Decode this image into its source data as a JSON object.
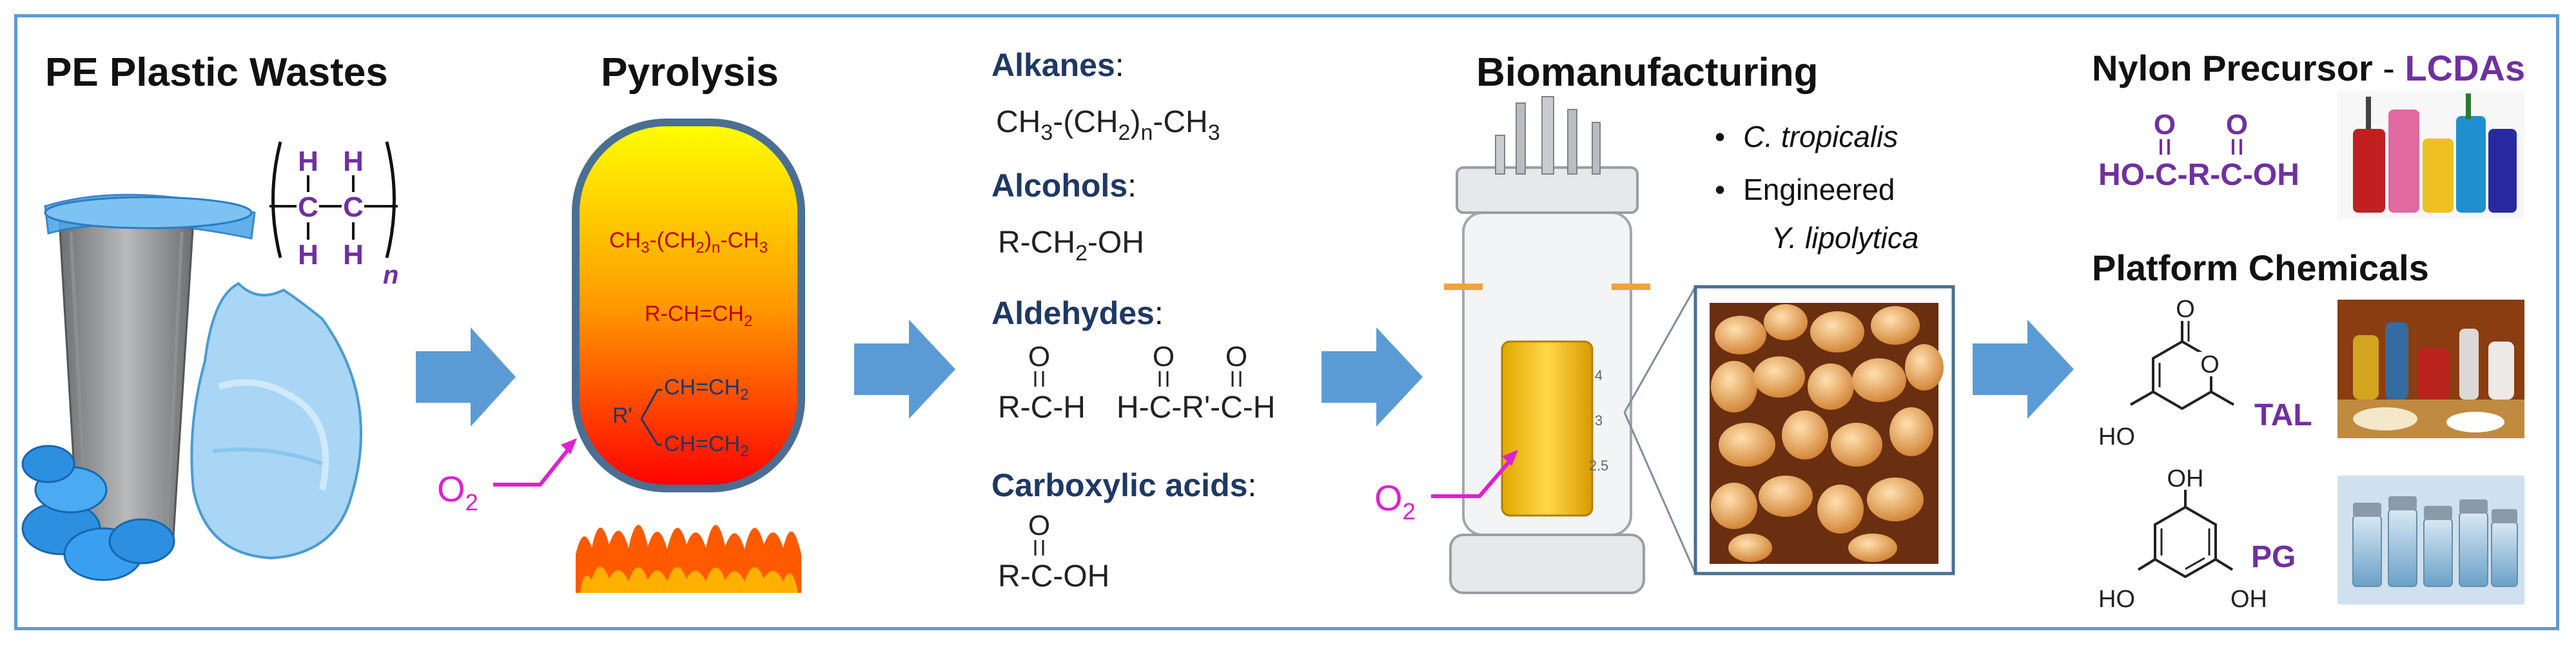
{
  "colors": {
    "frame": "#5b9bd5",
    "arrow": "#5b9bd5",
    "title_text": "#111111",
    "compound_class": "#1f3864",
    "purple_label": "#7030a0",
    "oxygen": "#e020d0",
    "reactor_top": "#ffff00",
    "reactor_bottom": "#ff0000"
  },
  "sections": {
    "pe_waste": {
      "title": "PE Plastic Wastes",
      "polymer": {
        "atoms": [
          "H",
          "H",
          "C",
          "C",
          "H",
          "H"
        ],
        "subscript": "n"
      },
      "icons": [
        "trash-can-icon",
        "plastic-bag-icon",
        "bag-roll-icon"
      ]
    },
    "pyrolysis": {
      "title": "Pyrolysis",
      "formula1": {
        "a": "CH",
        "a_sub": "3",
        "b": "-(CH",
        "b_sub": "2",
        "c": ")",
        "c_sub": "n",
        "d": "-CH",
        "d_sub": "3"
      },
      "formula2": {
        "a": "R-CH=CH",
        "a_sub": "2"
      },
      "diene": {
        "r": "R'",
        "top": "CH=CH",
        "top_sub": "2",
        "bottom": "CH=CH",
        "bottom_sub": "2"
      },
      "oxygen": {
        "o": "O",
        "sub": "2"
      },
      "icons": [
        "fire-icon"
      ]
    },
    "products": {
      "alkanes": {
        "label": "Alkanes",
        "colon": ":",
        "formula": {
          "a": "CH",
          "a_sub": "3",
          "b": "-(CH",
          "b_sub": "2",
          "c": ")",
          "c_sub": "n",
          "d": "-CH",
          "d_sub": "3"
        }
      },
      "alcohols": {
        "label": "Alcohols",
        "colon": ":",
        "formula": {
          "a": "R-CH",
          "a_sub": "2",
          "b": "-OH"
        }
      },
      "aldehydes": {
        "label": "Aldehydes",
        "colon": ":",
        "oxygen": "O",
        "formula1": "R-C-H",
        "formula2": "H-C-R'-C-H"
      },
      "carboxylic_acids": {
        "label": "Carboxylic acids",
        "colon": ":",
        "oxygen": "O",
        "formula": "R-C-OH"
      }
    },
    "biomanufacturing": {
      "title": "Biomanufacturing",
      "bullets": [
        {
          "bullet": "•",
          "text": "C. tropicalis",
          "italic": true
        },
        {
          "bullet": "•",
          "text": "Engineered",
          "italic": false
        }
      ],
      "bullet_continuation": "Y. lipolytica",
      "reactor_marks": [
        "4",
        "3",
        "2.5"
      ],
      "oxygen": {
        "o": "O",
        "sub": "2"
      },
      "icons": [
        "bioreactor-icon",
        "yeast-cells-icon"
      ]
    },
    "outputs": {
      "nylon": {
        "title": "Nylon Precursor",
        "dash": " - ",
        "highlight": "LCDAs",
        "oxygen": "O",
        "formula": "HO-C-R-C-OH",
        "icons": [
          "thread-spools-icon"
        ]
      },
      "platform": {
        "title": "Platform Chemicals",
        "tal": {
          "label": "TAL",
          "ring_o": "O",
          "carbonyl_o": "O",
          "oh": "HO"
        },
        "pg": {
          "label": "PG",
          "oh_top": "OH",
          "oh_left": "HO",
          "oh_right": "OH"
        },
        "icons": [
          "chemical-bottles-icon",
          "vials-icon"
        ]
      }
    }
  }
}
